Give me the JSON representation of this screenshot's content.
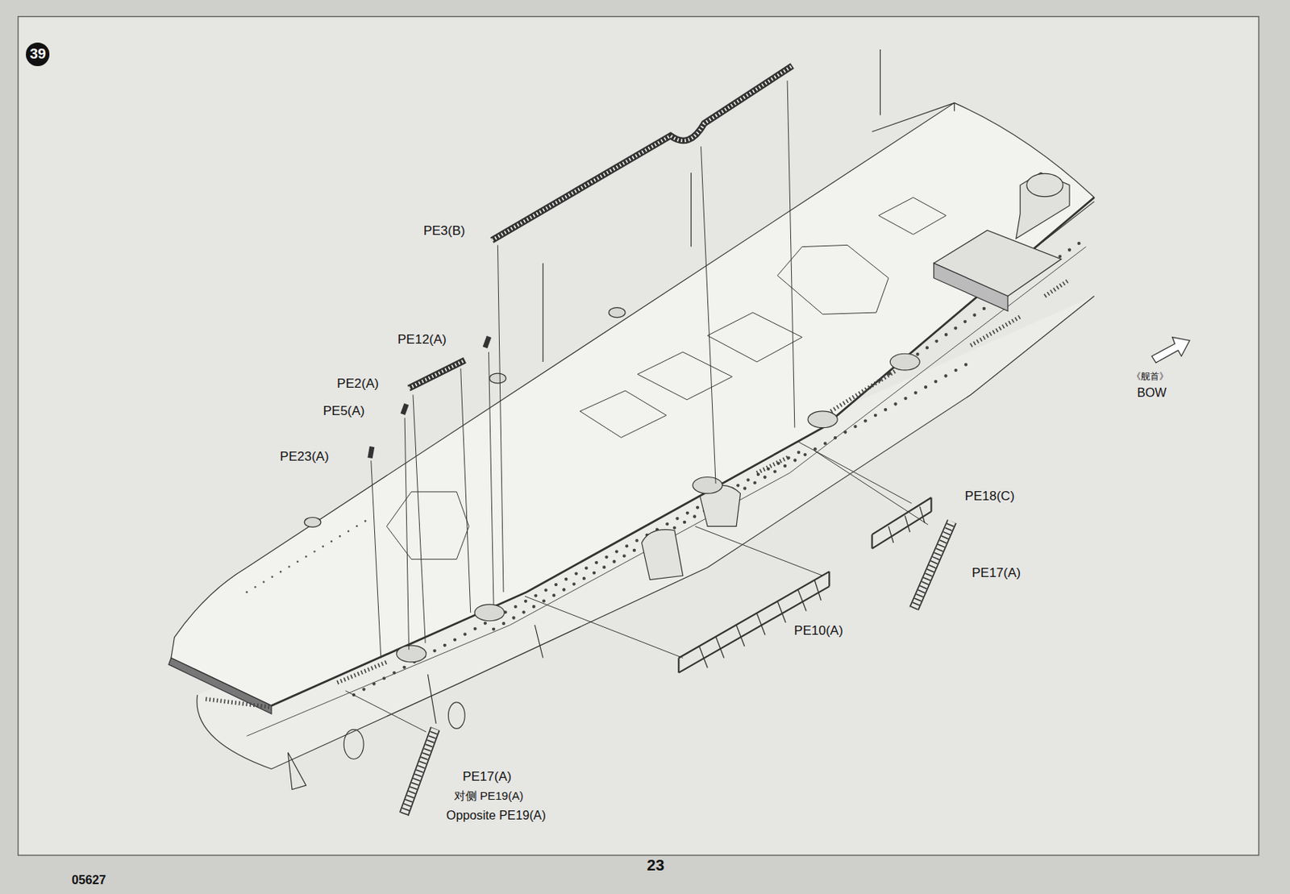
{
  "diagram": {
    "nodes": [
      {
        "text": [
          "39"
        ]
      }
    ],
    "labels": [
      "PE3(B)",
      "PE12(A)",
      "PE2(A)",
      "PE5(A)",
      "PE23(A)",
      "PE18(C)",
      "PE17(A)",
      "PE10(A)",
      "PE17(A)",
      "对侧 PE19(A)",
      "Opposite PE19(A)",
      "《舰首》",
      "BOW",
      "05627",
      "23"
    ]
  }
}
